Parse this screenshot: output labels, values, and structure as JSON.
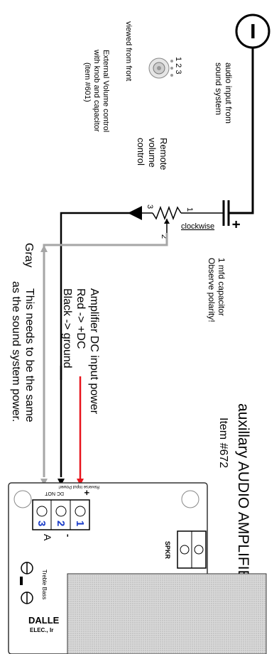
{
  "audio_input": {
    "symbol": "−",
    "lines": [
      "audio input from",
      "sound system"
    ]
  },
  "remote_control": {
    "pin_labels": "1 2 3",
    "viewed_label": "viewed from front",
    "external_lines": [
      "External Volume control",
      "with knob and capacitor",
      "(item #601)"
    ],
    "remote_lines": [
      "Remote",
      "volume",
      "control"
    ]
  },
  "pot": {
    "pin1": "1",
    "pin2": "2",
    "pin3": "3",
    "clockwise": "clockwise"
  },
  "capacitor": {
    "plus": "+",
    "lines": [
      "1  mfd capacitor",
      "Observe polarity!"
    ]
  },
  "amplifier": {
    "title": "auxillary AUDIO AMPLIFIER,",
    "item": "Item #672",
    "power_lines": [
      "Amplifier DC input power",
      "Red -> +DC",
      "Black -> ground"
    ],
    "same_power_lines": [
      "This needs to be the same",
      "as the sound system power."
    ],
    "gray": "Gray",
    "terminals": [
      "1",
      "2",
      "3"
    ],
    "sign_plus": "+",
    "sign_minus": "-",
    "sign_a": "A",
    "board_reverse": "Reverse Input Power!",
    "board_dc_not": "DC NOT",
    "spkr": "SPKR",
    "treble_bass": "Treble  Bass",
    "brand": "DALLE",
    "brand_sub": "ELEC., Ir"
  },
  "colors": {
    "red_wire": "#e8141c",
    "gray_wire": "#a6a6a6",
    "terminal_number": "#1a3cc8"
  }
}
